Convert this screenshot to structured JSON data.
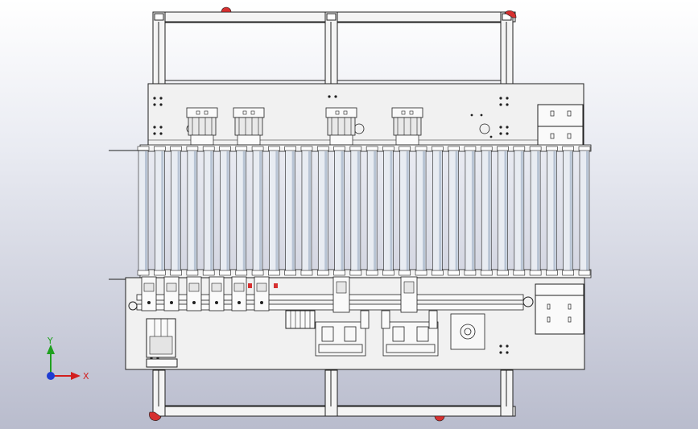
{
  "viewport": {
    "background_top": "#ffffff",
    "background_bottom": "#b9bccd"
  },
  "model": {
    "line_color": "#202020",
    "frame_fill": "#f4f4f4",
    "plate_fill": "#f1f1f1",
    "roller_fill": "#e8ecf2",
    "roller_shade": "#b8c4d4",
    "accent_red": "#d63030",
    "roller_count": 28,
    "upper_cylinder_count": 4,
    "lower_clamp_count": 6
  },
  "triad": {
    "x_label": "X",
    "y_label": "Y",
    "x_color": "#d21e1e",
    "y_color": "#1fa01f",
    "z_color": "#1e3cd2"
  }
}
